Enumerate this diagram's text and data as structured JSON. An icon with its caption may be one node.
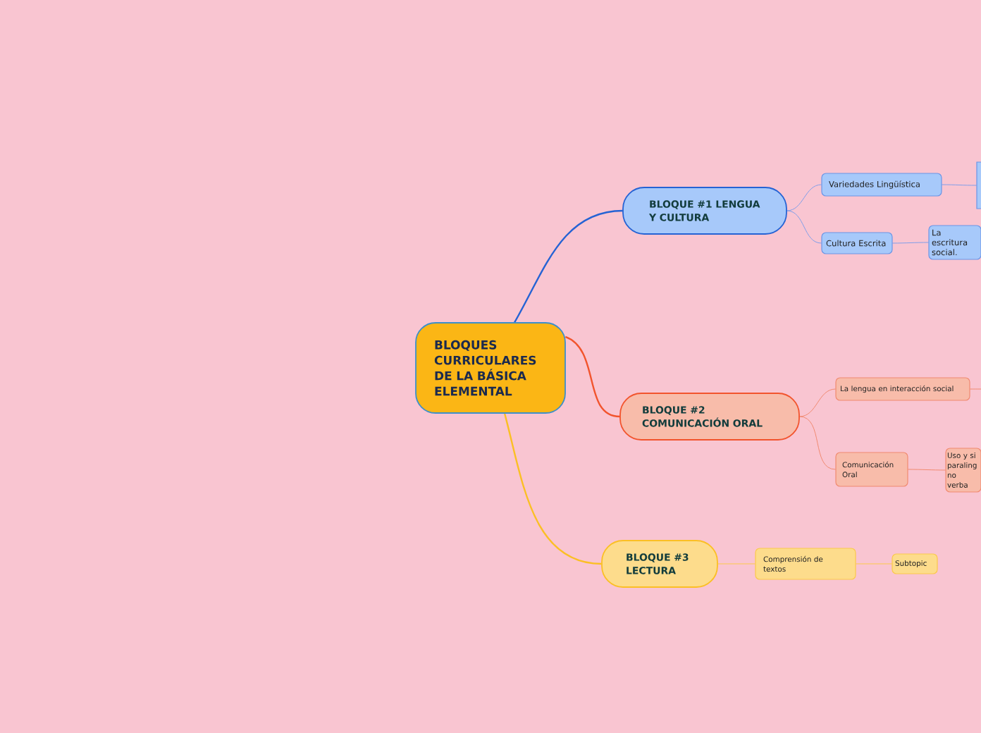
{
  "diagram": {
    "nodes": [
      {
        "text": [
          "BLOQUES CURRICULARES DE LA BÁSICA ELEMENTAL"
        ]
      },
      {
        "text": [
          "BLOQUE #1 LENGUA Y CULTURA"
        ]
      },
      {
        "text": [
          "Variedades Lingüística"
        ]
      },
      {
        "text": [],
        "shape": "box"
      },
      {
        "text": [
          "Cultura Escrita"
        ]
      },
      {
        "text": [
          "La escritura social."
        ]
      },
      {
        "text": [
          "BLOQUE #2 COMUNICACIÓN ORAL"
        ]
      },
      {
        "text": [
          "La lengua en interacción social"
        ]
      },
      {
        "text": [
          "Comunicación Oral"
        ]
      },
      {
        "text": [
          "Uso y si paraling no verba"
        ]
      },
      {
        "text": [
          "BLOQUE #3 LECTURA"
        ]
      },
      {
        "text": [
          "Comprensión de textos"
        ]
      },
      {
        "text": [
          "Subtopic"
        ]
      }
    ],
    "edges": [
      {
        "from": 0,
        "to": 1,
        "arrow": "none",
        "color": "#2563d4"
      },
      {
        "from": 1,
        "to": 2,
        "arrow": "none",
        "color": "#7f9ee8"
      },
      {
        "from": 2,
        "to": 3,
        "arrow": "none",
        "color": "#7f9ee8"
      },
      {
        "from": 1,
        "to": 4,
        "arrow": "none",
        "color": "#7f9ee8"
      },
      {
        "from": 4,
        "to": 5,
        "arrow": "none",
        "color": "#7f9ee8"
      },
      {
        "from": 0,
        "to": 6,
        "arrow": "none",
        "color": "#f2542d"
      },
      {
        "from": 6,
        "to": 7,
        "arrow": "none",
        "color": "#f08a70"
      },
      {
        "from": 7,
        "to": null,
        "arrow": "none",
        "color": "#f08a70"
      },
      {
        "from": 6,
        "to": 8,
        "arrow": "none",
        "color": "#f08a70"
      },
      {
        "from": 8,
        "to": 9,
        "arrow": "none",
        "color": "#f08a70"
      },
      {
        "from": 0,
        "to": 10,
        "arrow": "none",
        "color": "#fbbf24"
      },
      {
        "from": 10,
        "to": 11,
        "arrow": "none",
        "color": "#fbc94a"
      },
      {
        "from": 11,
        "to": 12,
        "arrow": "none",
        "color": "#fbc94a"
      }
    ]
  }
}
